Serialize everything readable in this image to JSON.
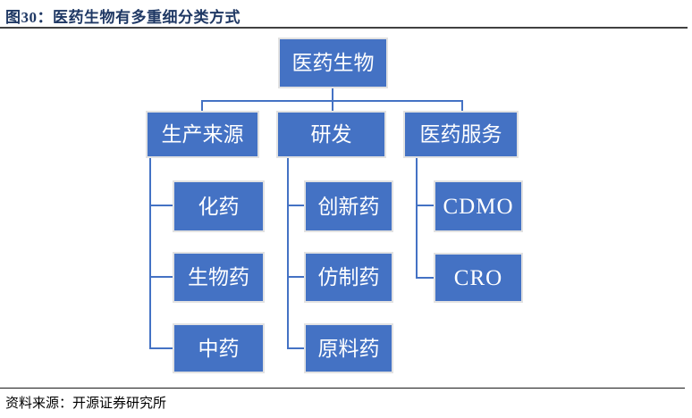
{
  "title": "图30：医药生物有多重细分类方式",
  "footer": {
    "source": "资料来源：开源证券研究所"
  },
  "colors": {
    "box_fill": "#4472C4",
    "box_border": "#E2E2E2",
    "connector": "#4472C4",
    "title_text": "#1F3864",
    "title_rule": "#404040",
    "footer_rule": "#1A1A1A"
  },
  "tree": {
    "type": "org-tree",
    "root": {
      "label": "医药生物"
    },
    "branches": [
      {
        "label": "生产来源",
        "children": [
          {
            "label": "化药"
          },
          {
            "label": "生物药"
          },
          {
            "label": "中药"
          }
        ]
      },
      {
        "label": "研发",
        "children": [
          {
            "label": "创新药"
          },
          {
            "label": "仿制药"
          },
          {
            "label": "原料药"
          }
        ]
      },
      {
        "label": "医药服务",
        "children": [
          {
            "label": "CDMO"
          },
          {
            "label": "CRO"
          }
        ]
      }
    ]
  }
}
